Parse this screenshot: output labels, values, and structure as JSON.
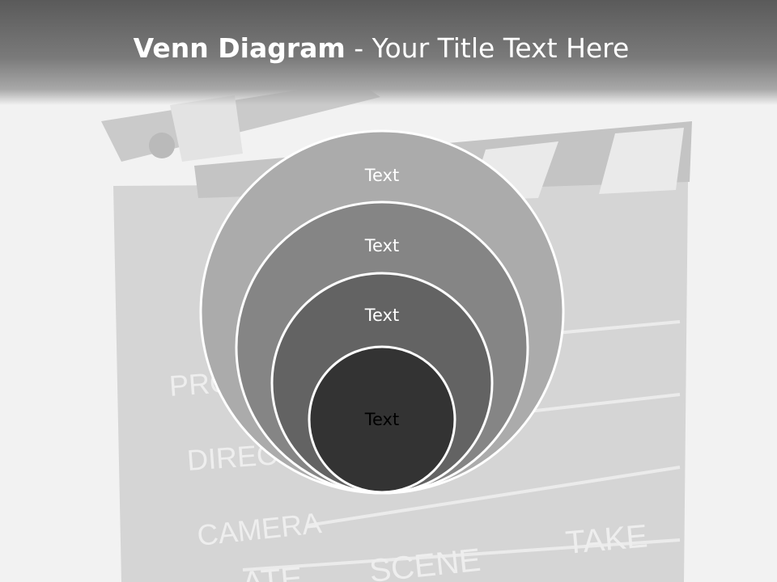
{
  "title": {
    "bold": "Venn Diagram",
    "rest": " - Your Title Text Here"
  },
  "background": {
    "clapboard_labels": [
      "PRO",
      "DIREC",
      "CAMERA",
      "SCENE",
      "TAKE",
      "ATE"
    ]
  },
  "venn": {
    "circles": [
      {
        "label": "Text",
        "fill": "#ababab",
        "text_color": "#ffffff"
      },
      {
        "label": "Text",
        "fill": "#858585",
        "text_color": "#ffffff"
      },
      {
        "label": "Text",
        "fill": "#636363",
        "text_color": "#ffffff"
      },
      {
        "label": "Text",
        "fill": "#333333",
        "text_color": "#000000"
      }
    ],
    "stroke": "#ffffff"
  }
}
